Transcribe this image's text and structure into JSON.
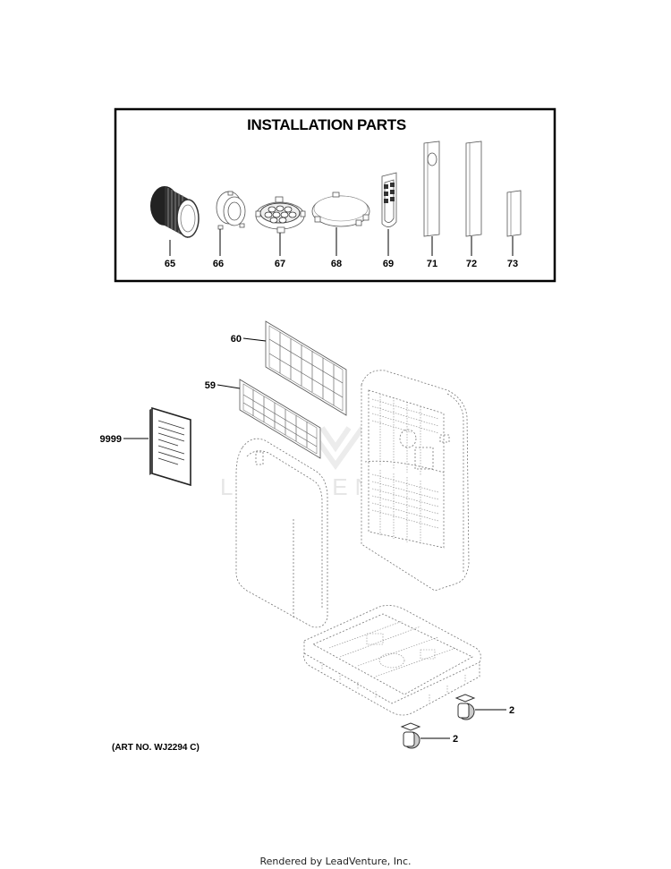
{
  "installation_parts": {
    "title": "INSTALLATION PARTS",
    "callouts": [
      "65",
      "66",
      "67",
      "68",
      "69",
      "71",
      "72",
      "73"
    ]
  },
  "main_callouts": {
    "filter_60": "60",
    "filter_59": "59",
    "manual_9999": "9999",
    "caster_upper": "2",
    "caster_lower": "2"
  },
  "art_number": "(ART NO. WJ2294 C)",
  "watermark": "LEADVENTURE",
  "footer": "Rendered by LeadVenture, Inc."
}
